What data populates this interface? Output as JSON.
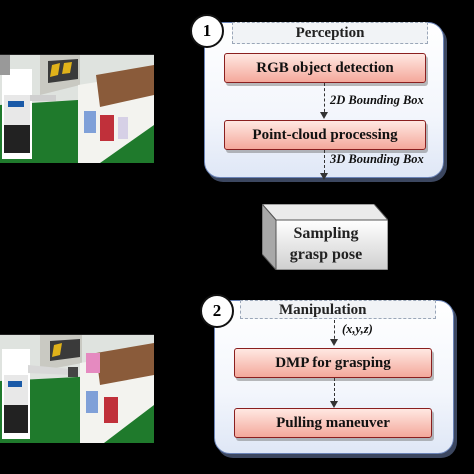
{
  "perception": {
    "step_number": "1",
    "title": "Perception",
    "steps": [
      "RGB object detection",
      "Point-cloud processing"
    ],
    "edge_labels": [
      "2D Bounding Box",
      "3D Bounding Box"
    ]
  },
  "sampling": {
    "label_line1": "Sampling",
    "label_line2": "grasp pose"
  },
  "manipulation": {
    "step_number": "2",
    "title": "Manipulation",
    "edge_label": "(x,y,z)",
    "steps": [
      "DMP for grasping",
      "Pulling maneuver"
    ]
  },
  "colors": {
    "panel_border": "#6b84b8",
    "step_fill": "#f4a89b",
    "step_border": "#8a1f1f",
    "floor_green": "#1f7a2c"
  }
}
